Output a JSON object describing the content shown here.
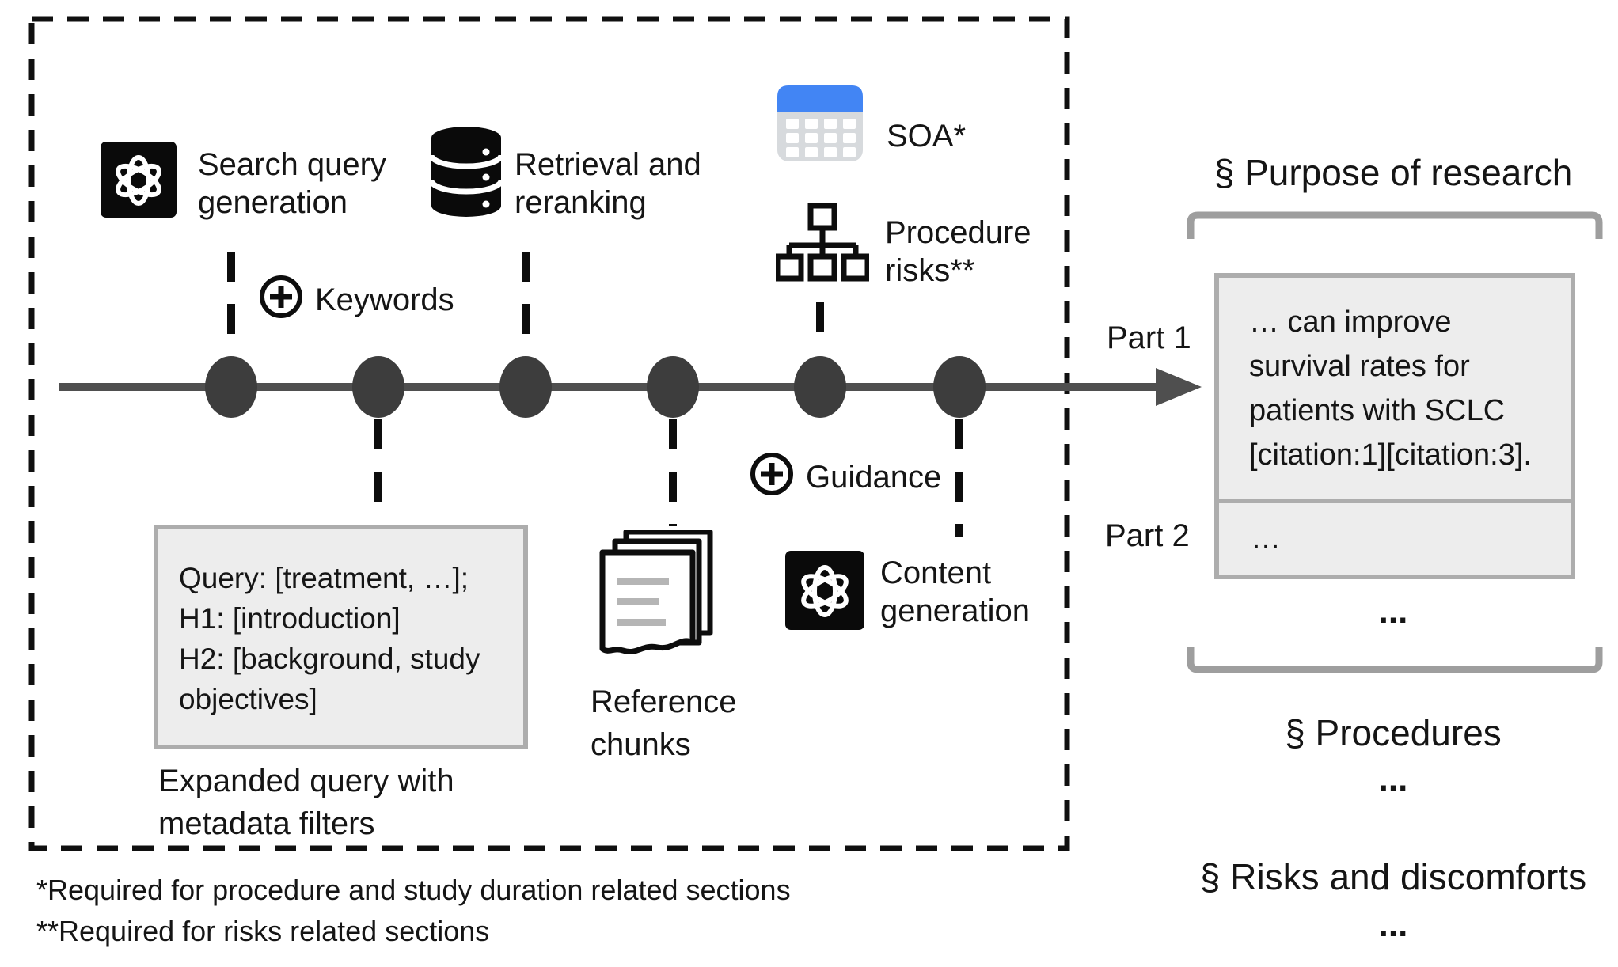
{
  "pipeline": {
    "search_query": {
      "label": "Search query\ngeneration"
    },
    "retrieval": {
      "label": "Retrieval and\nreranking"
    },
    "soa": {
      "label": "SOA*"
    },
    "procedure_risks": {
      "label": "Procedure\nrisks**"
    },
    "keywords_label": "Keywords",
    "guidance_label": "Guidance",
    "content_generation": {
      "label": "Content\ngeneration"
    },
    "reference_chunks": {
      "label": "Reference\nchunks"
    },
    "expanded_query_box": {
      "text": "Query: [treatment, …];\nH1: [introduction]\nH2: [background, study\nobjectives]",
      "caption": "Expanded query with\nmetadata filters"
    }
  },
  "output": {
    "purpose_heading": "§ Purpose of research",
    "part1": {
      "label": "Part 1",
      "text": "… can improve\nsurvival rates for\npatients with SCLC\n[citation:1][citation:3].\n…"
    },
    "part2": {
      "label": "Part 2",
      "text": "…"
    },
    "ellipsis": "...",
    "procedures_heading": "§ Procedures",
    "risks_heading": "§ Risks and discomforts"
  },
  "footnotes": {
    "soa_note": "*Required for procedure and study duration related sections",
    "risks_note": "**Required for risks related sections"
  },
  "colors": {
    "calendar_blue": "#4285f4",
    "calendar_body_gray": "#d7dadd",
    "timeline_gray": "#4f4f4f",
    "node_gray": "#3d3d3d",
    "box_fill": "#ededed",
    "box_border": "#adadad",
    "bracket_gray": "#9e9e9e",
    "doc_line_gray": "#b5b5b5",
    "icon_black": "#0a0a0a"
  }
}
